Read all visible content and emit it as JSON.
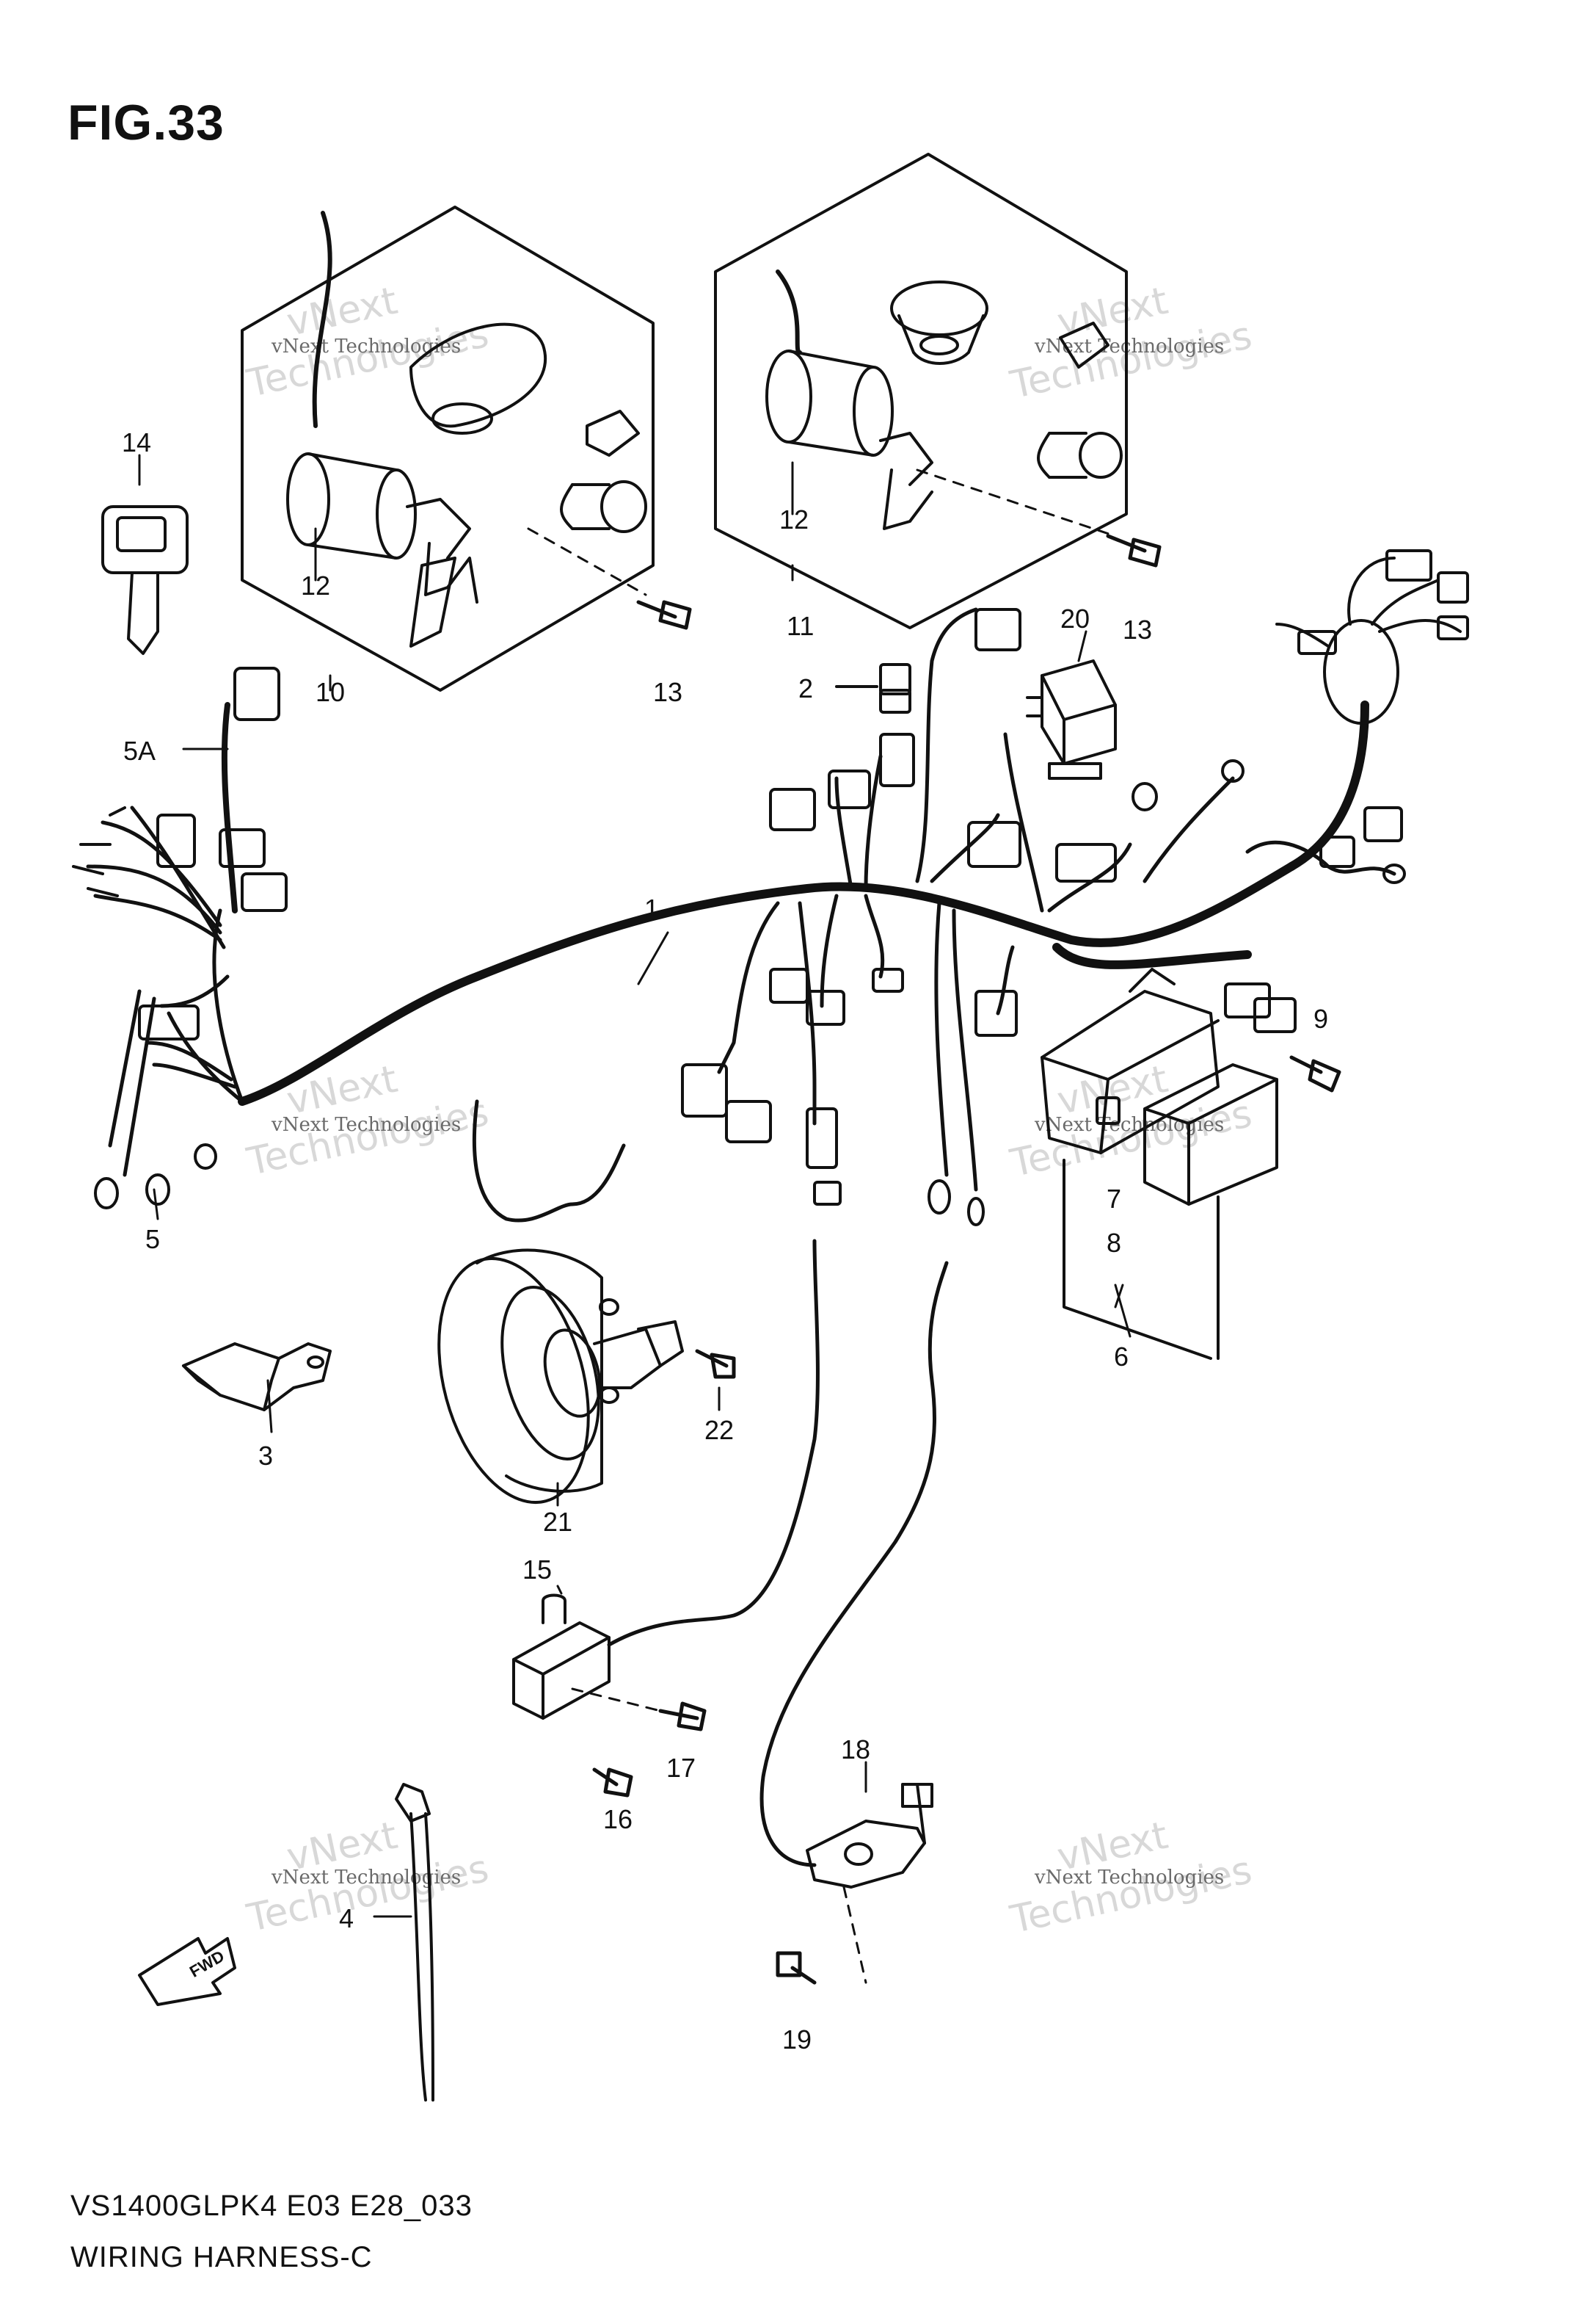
{
  "figure": {
    "title": "FIG.33",
    "model_code": "VS1400GLPK4 E03 E28_033",
    "diagram_name": "WIRING HARNESS-C"
  },
  "parts": [
    {
      "ref": "1"
    },
    {
      "ref": "2"
    },
    {
      "ref": "3"
    },
    {
      "ref": "4"
    },
    {
      "ref": "5"
    },
    {
      "ref": "5A"
    },
    {
      "ref": "6"
    },
    {
      "ref": "7"
    },
    {
      "ref": "8"
    },
    {
      "ref": "9"
    },
    {
      "ref": "10"
    },
    {
      "ref": "11"
    },
    {
      "ref": "12"
    },
    {
      "ref": "12"
    },
    {
      "ref": "13"
    },
    {
      "ref": "13"
    },
    {
      "ref": "14"
    },
    {
      "ref": "15"
    },
    {
      "ref": "16"
    },
    {
      "ref": "17"
    },
    {
      "ref": "18"
    },
    {
      "ref": "19"
    },
    {
      "ref": "20"
    },
    {
      "ref": "21"
    },
    {
      "ref": "22"
    }
  ],
  "direction_marker": "FWD",
  "watermark": {
    "line1": "vNext",
    "line2": "Technologies",
    "small": "vNext Technologies"
  },
  "colors": {
    "line": "#111111",
    "watermark": "#b9b9b9",
    "background": "#ffffff"
  }
}
